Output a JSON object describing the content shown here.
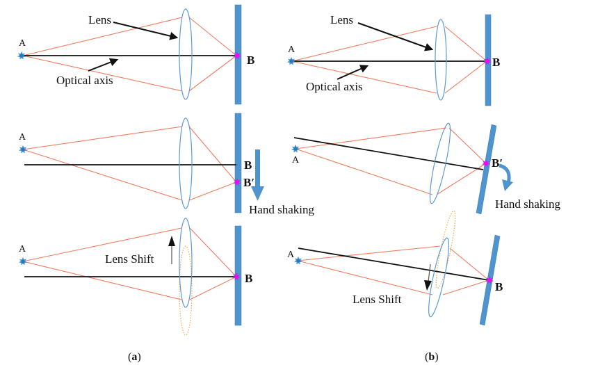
{
  "figure": {
    "panel_a": {
      "caption_open": "(",
      "caption_letter": "a",
      "caption_close": ")",
      "row1": {
        "point_a": "A",
        "point_b": "B",
        "lens_label": "Lens",
        "axis_label": "Optical axis"
      },
      "row2": {
        "point_a": "A",
        "point_b": "B",
        "point_b_prime": "B′",
        "motion_label": "Hand shaking"
      },
      "row3": {
        "point_a": "A",
        "point_b": "B",
        "shift_label": "Lens Shift"
      }
    },
    "panel_b": {
      "caption_open": "(",
      "caption_letter": "b",
      "caption_close": ")",
      "row1": {
        "point_a": "A",
        "point_b": "B",
        "lens_label": "Lens",
        "axis_label": "Optical axis"
      },
      "row2": {
        "point_a": "A",
        "point_b_prime": "B′",
        "motion_label": "Hand shaking"
      },
      "row3": {
        "point_a": "A",
        "point_b": "B",
        "shift_label": "Lens Shift"
      }
    },
    "colors": {
      "ray": "#f07a5e",
      "lens": "#5b9bd5",
      "lens_previous_position": "#f4a742",
      "sensor": "#4f94cd",
      "image_point": "#ff00ff",
      "object_point": "#3d8fd6"
    }
  }
}
